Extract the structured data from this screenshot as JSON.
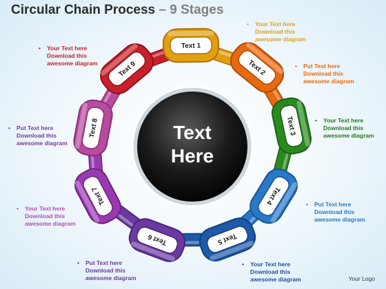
{
  "header": {
    "title": "Circular Chain Process",
    "dash": "–",
    "subtitle": "9 Stages"
  },
  "center": {
    "line1": "Text",
    "line2": "Here"
  },
  "links": [
    {
      "label": "Text 1",
      "color": "#e0a010",
      "dark": "#b07008"
    },
    {
      "label": "Text 2",
      "color": "#e86a10",
      "dark": "#b04808"
    },
    {
      "label": "Text 3",
      "color": "#2a8a20",
      "dark": "#1a6014"
    },
    {
      "label": "Text 4",
      "color": "#2a78c8",
      "dark": "#185494"
    },
    {
      "label": "Text 5",
      "color": "#1e5aa8",
      "dark": "#123e7a"
    },
    {
      "label": "Text 6",
      "color": "#6a3aa0",
      "dark": "#4a2478"
    },
    {
      "label": "Text 7",
      "color": "#9a3ab0",
      "dark": "#6e2080"
    },
    {
      "label": "Text 8",
      "color": "#b84aa0",
      "dark": "#883078"
    },
    {
      "label": "Text 9",
      "color": "#c8202a",
      "dark": "#901018"
    }
  ],
  "callouts": [
    {
      "l1": "Your Text here",
      "l2": "Download this",
      "l3": "awesome diagram",
      "color": "#e0a010"
    },
    {
      "l1": " Put Text here",
      "l2": "Download this",
      "l3": "awesome diagram",
      "color": "#e86a10"
    },
    {
      "l1": "Your Text here",
      "l2": "Download this",
      "l3": "awesome diagram",
      "color": "#1f7a18"
    },
    {
      "l1": "Put Text here",
      "l2": "Download this",
      "l3": "awesome diagram",
      "color": "#2a78c8"
    },
    {
      "l1": "Your Text  here",
      "l2": "Download this",
      "l3": "awesome diagram",
      "color": "#1e4f9a"
    },
    {
      "l1": "Put Text here",
      "l2": "Download this",
      "l3": "awesome diagram",
      "color": "#6a3aa0"
    },
    {
      "l1": "Your Text here",
      "l2": "Download this",
      "l3": "awesome diagram",
      "color": "#b84ab8"
    },
    {
      "l1": "Put  Text here",
      "l2": "Download this",
      "l3": "awesome diagram",
      "color": "#7a3a9a"
    },
    {
      "l1": "Your Text here",
      "l2": "Download this",
      "l3": "awesome diagram",
      "color": "#c8202a"
    }
  ],
  "footer": {
    "logo": "Your Logo"
  }
}
